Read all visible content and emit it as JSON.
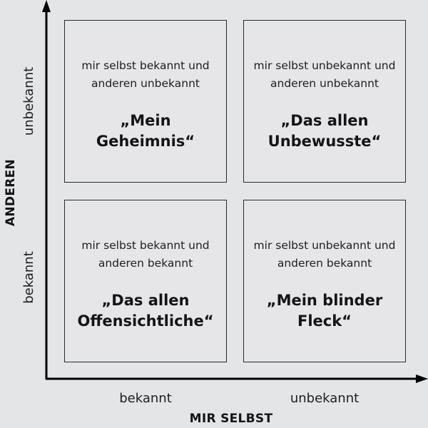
{
  "axes": {
    "x_title": "MIR SELBST",
    "y_title": "ANDEREN",
    "x_ticks": [
      "bekannt",
      "unbekannt"
    ],
    "y_ticks": [
      "unbekannt",
      "bekannt"
    ]
  },
  "quadrants": {
    "top_left": {
      "desc": [
        "mir selbst bekannt und",
        "anderen unbekannt"
      ],
      "title": [
        "„Mein",
        "Geheimnis“"
      ]
    },
    "top_right": {
      "desc": [
        "mir selbst unbekannt und",
        "anderen unbekannt"
      ],
      "title": [
        "„Das allen",
        "Unbewusste“"
      ]
    },
    "bottom_left": {
      "desc": [
        "mir selbst bekannt und",
        "anderen bekannt"
      ],
      "title": [
        "„Das allen",
        "Offensichtliche“"
      ]
    },
    "bottom_right": {
      "desc": [
        "mir selbst unbekannt und",
        "anderen bekannt"
      ],
      "title": [
        "„Mein blinder",
        "Fleck“"
      ]
    }
  }
}
